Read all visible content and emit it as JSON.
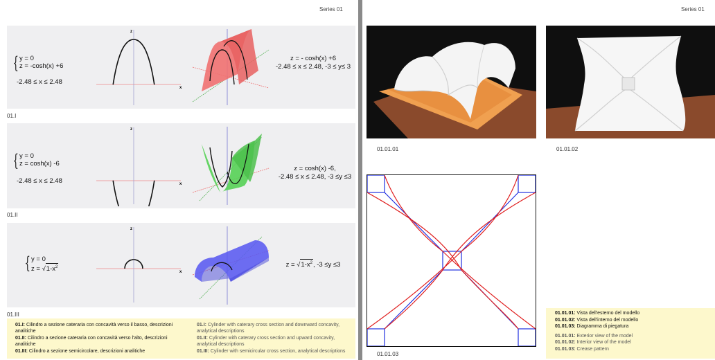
{
  "left_page": {
    "series_label": "Series 01",
    "rows": [
      {
        "id": "01.I",
        "system_line1": "y = 0",
        "system_line2": "z = -cosh(x) +6",
        "range": "-2.48 ≤ x ≤ 2.48",
        "surface_eq": "z = - cosh(x) +6",
        "surface_range": "-2.48 ≤ x ≤ 2.48,  -3 ≤ y≤ 3",
        "color": "#f07070"
      },
      {
        "id": "01.II",
        "system_line1": "y = 0",
        "system_line2": "z = cosh(x) -6",
        "range": "-2.48 ≤ x ≤ 2.48",
        "surface_eq": "z = cosh(x) -6,",
        "surface_range": "-2.48 ≤ x ≤ 2.48,  -3 ≤y ≤3",
        "color": "#55d055"
      },
      {
        "id": "01.III",
        "system_line1": "y = 0",
        "system_line2_prefix": "z =",
        "system_line2_root": "1-x",
        "surface_eq_prefix": "z =",
        "surface_eq_root": "1-x",
        "surface_range": ",  -3 ≤y ≤3",
        "color": "#5a5af0"
      }
    ],
    "axis_labels": {
      "z": "z",
      "x": "x"
    },
    "captions_it": [
      {
        "id": "01.I:",
        "text": " Cilindro a sezione cateraria con concavità verso il basso, descrizioni analitiche"
      },
      {
        "id": "01.II:",
        "text": " Cilindro a sezione cateraria con concavità verso l'alto, descrizioni analitiche"
      },
      {
        "id": "01.III:",
        "text": " Cilindro a sezione semicircolare, descrizioni analitiche"
      }
    ],
    "captions_en": [
      {
        "id": "01.I:",
        "text": " Cylinder with caterary cross section and downward concavity, analytical descriptions"
      },
      {
        "id": "01.II:",
        "text": " Cylinder with caterary cross section and upward concavity, analytical descriptions"
      },
      {
        "id": "01.III:",
        "text": " Cylinder with semicircular cross section, analytical descriptions"
      }
    ]
  },
  "right_page": {
    "series_label": "Series 01",
    "photo_labels": [
      "01.01.01",
      "01.01.02"
    ],
    "crease_label": "01.01.03",
    "captions_it": [
      {
        "id": "01.01.01:",
        "text": " Vista dell'esterno del modello"
      },
      {
        "id": "01.01.02:",
        "text": " Vista dell'interno del modello"
      },
      {
        "id": "01.01.03:",
        "text": " Diagramma di piegatura"
      }
    ],
    "captions_en": [
      {
        "id": "01.01.01:",
        "text": " Exterior view of the model"
      },
      {
        "id": "01.01.02:",
        "text": " Interior view of the model"
      },
      {
        "id": "01.01.03:",
        "text": " Crease pattern"
      }
    ],
    "crease_colors": {
      "mountain": "#e02020",
      "valley": "#2030e0"
    }
  }
}
